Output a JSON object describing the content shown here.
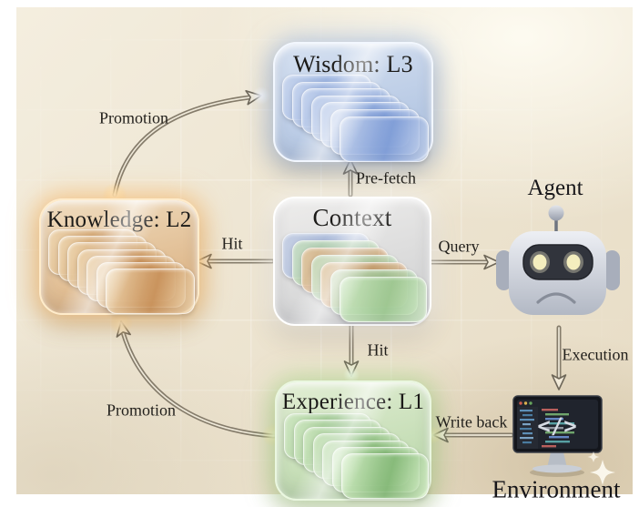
{
  "canvas": {
    "background": "#ece3cf",
    "page_background": "#ffffff",
    "text_color": "#1b1a18"
  },
  "boxes": [
    {
      "id": "wisdom",
      "label": "Wisdom: L3",
      "face": "#d6e1f1",
      "face2": "#a9bede",
      "edge": "#f2f7ff",
      "glow": "rgba(145,180,235,0.50)",
      "cards": [
        {
          "l": "#c9d6ee",
          "b": "#8aa6da"
        },
        {
          "l": "#c9d6ee",
          "b": "#8aa6da"
        },
        {
          "l": "#c9d6ee",
          "b": "#8aa6da"
        },
        {
          "l": "#c9d6ee",
          "b": "#8aa6da"
        },
        {
          "l": "#c9d6ee",
          "b": "#8aa6da"
        },
        {
          "l": "#c9d6ee",
          "b": "#7e9cd6"
        },
        {
          "l": "#c9d6ee",
          "b": "#7e9cd6"
        }
      ]
    },
    {
      "id": "knowledge",
      "label": "Knowledge: L2",
      "face": "#f0ddc0",
      "face2": "#d8ab79",
      "edge": "#ffeccb",
      "glow": "rgba(255,185,100,0.60)",
      "cards": [
        {
          "l": "#eed7b2",
          "b": "#cc9a63"
        },
        {
          "l": "#eed7b2",
          "b": "#cc9a63"
        },
        {
          "l": "#eed7b2",
          "b": "#cc9a63"
        },
        {
          "l": "#eed7b2",
          "b": "#c8915a"
        },
        {
          "l": "#eed7b2",
          "b": "#c8915a"
        },
        {
          "l": "#eed7b2",
          "b": "#c8915a"
        },
        {
          "l": "#f2ddb8",
          "b": "#c8915a"
        }
      ]
    },
    {
      "id": "context",
      "label": "Context",
      "face": "#eeedec",
      "face2": "#cdcecf",
      "edge": "#ffffff",
      "glow": "rgba(255,255,255,0.55)",
      "cards": [
        {
          "l": "#c2cde4",
          "b": "#9db0d6"
        },
        {
          "l": "#c8dfc2",
          "b": "#a3c79c"
        },
        {
          "l": "#e4c49e",
          "b": "#c89768"
        },
        {
          "l": "#c8dfc2",
          "b": "#a3c79c"
        },
        {
          "l": "#e4c49e",
          "b": "#c89768"
        },
        {
          "l": "#c8dfc2",
          "b": "#9cc394"
        },
        {
          "l": "#d2ecc8",
          "b": "#9cc790"
        }
      ]
    },
    {
      "id": "experience",
      "label": "Experience: L1",
      "face": "#e2eed4",
      "face2": "#b5d4a5",
      "edge": "#eaf7e0",
      "glow": "rgba(170,220,140,0.55)",
      "cards": [
        {
          "l": "#cfe7c2",
          "b": "#94c187"
        },
        {
          "l": "#cfe7c2",
          "b": "#94c187"
        },
        {
          "l": "#cfe7c2",
          "b": "#8cbd7e"
        },
        {
          "l": "#cfe7c2",
          "b": "#8cbd7e"
        },
        {
          "l": "#cfe7c2",
          "b": "#8cbd7e"
        },
        {
          "l": "#d6efc8",
          "b": "#84b877"
        },
        {
          "l": "#daf2cc",
          "b": "#84b877"
        }
      ]
    }
  ],
  "entities": [
    {
      "id": "agent",
      "label": "Agent",
      "icon": "robot-icon"
    },
    {
      "id": "environment",
      "label": "Environment",
      "icon": "code-monitor-icon"
    }
  ],
  "edges": [
    {
      "id": "promotion-top",
      "label": "Promotion",
      "from": "knowledge",
      "to": "wisdom"
    },
    {
      "id": "prefetch",
      "label": "Pre-fetch",
      "from": "context",
      "to": "wisdom"
    },
    {
      "id": "hit-left",
      "label": "Hit",
      "from": "context",
      "to": "knowledge"
    },
    {
      "id": "query",
      "label": "Query",
      "from": "context",
      "to": "agent"
    },
    {
      "id": "hit-down",
      "label": "Hit",
      "from": "context",
      "to": "experience"
    },
    {
      "id": "execution",
      "label": "Execution",
      "from": "agent",
      "to": "environment"
    },
    {
      "id": "write-back",
      "label": "Write back",
      "from": "environment",
      "to": "experience"
    },
    {
      "id": "promotion-bottom",
      "label": "Promotion",
      "from": "experience",
      "to": "knowledge"
    }
  ],
  "environment_screen": {
    "code_glyph": "</>"
  }
}
